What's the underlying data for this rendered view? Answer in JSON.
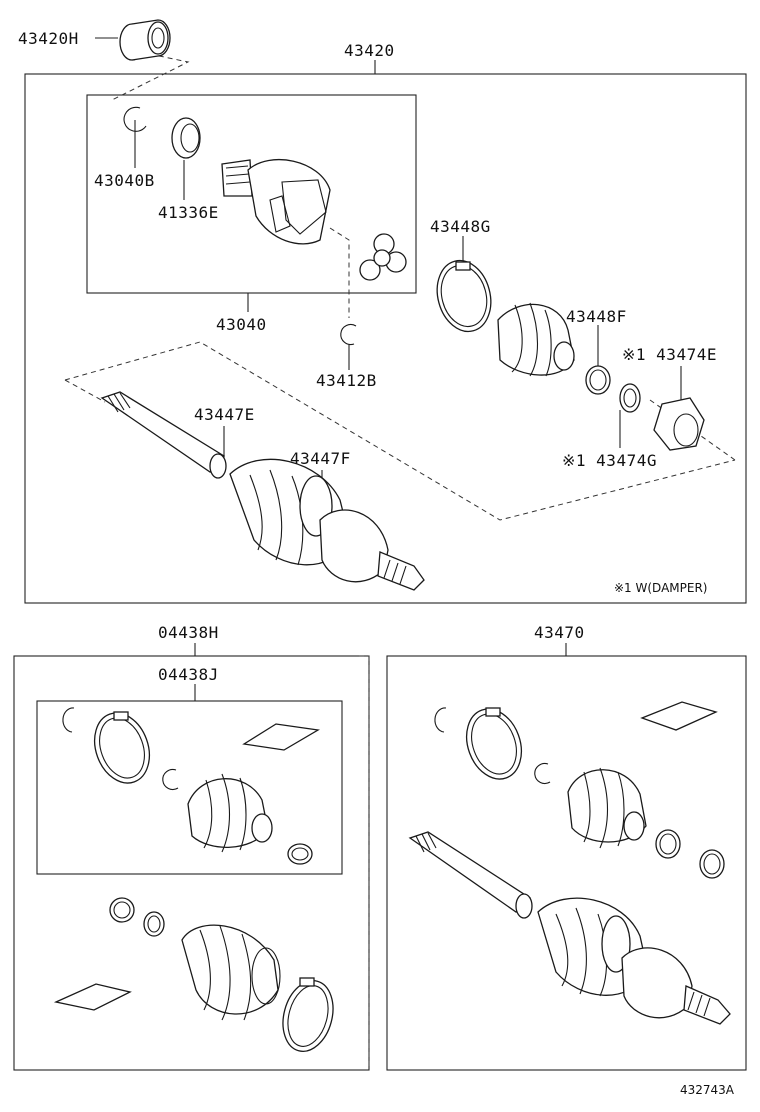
{
  "diagram_id": "432743A",
  "note": "※1 W(DAMPER)",
  "labels": {
    "p43420H": "43420H",
    "p43420": "43420",
    "p43040B": "43040B",
    "p41336E": "41336E",
    "p43040": "43040",
    "p43412B": "43412B",
    "p43448G": "43448G",
    "p43448F": "43448F",
    "p43474E": "※1 43474E",
    "p43474G": "※1 43474G",
    "p43447E": "43447E",
    "p43447F": "43447F",
    "p04438H": "04438H",
    "p04438J": "04438J",
    "p43470": "43470"
  }
}
